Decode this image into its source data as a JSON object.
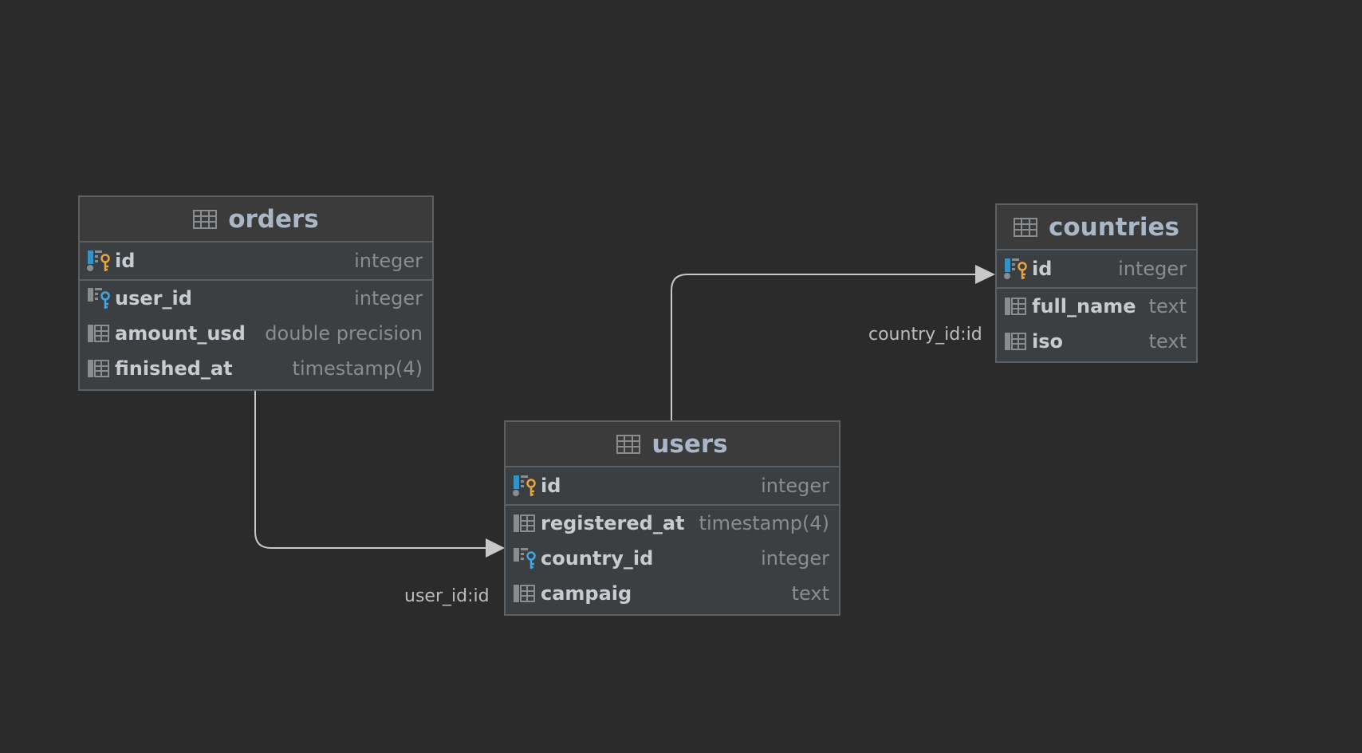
{
  "tables": {
    "orders": {
      "name": "orders",
      "columns": [
        {
          "name": "id",
          "type": "integer",
          "icon": "primary-key-column-icon"
        },
        {
          "name": "user_id",
          "type": "integer",
          "icon": "foreign-key-column-icon"
        },
        {
          "name": "amount_usd",
          "type": "double precision",
          "icon": "column-icon"
        },
        {
          "name": "finished_at",
          "type": "timestamp(4)",
          "icon": "column-icon"
        }
      ]
    },
    "users": {
      "name": "users",
      "columns": [
        {
          "name": "id",
          "type": "integer",
          "icon": "primary-key-column-icon"
        },
        {
          "name": "registered_at",
          "type": "timestamp(4)",
          "icon": "column-icon"
        },
        {
          "name": "country_id",
          "type": "integer",
          "icon": "foreign-key-column-icon"
        },
        {
          "name": "campaig",
          "type": "text",
          "icon": "column-icon"
        }
      ]
    },
    "countries": {
      "name": "countries",
      "columns": [
        {
          "name": "id",
          "type": "integer",
          "icon": "primary-key-column-icon"
        },
        {
          "name": "full_name",
          "type": "text",
          "icon": "column-icon"
        },
        {
          "name": "iso",
          "type": "text",
          "icon": "column-icon"
        }
      ]
    }
  },
  "relations": [
    {
      "from": "orders.user_id",
      "to": "users.id",
      "label": "user_id:id"
    },
    {
      "from": "users.country_id",
      "to": "countries.id",
      "label": "country_id:id"
    }
  ],
  "colors": {
    "background": "#2b2b2b",
    "table_fill": "#3c3f41",
    "table_border": "#5d6063",
    "connector": "#c8c8c8",
    "primary_key": "#e8a33d",
    "foreign_key": "#3fa9dd",
    "column_icon": "#8a8d90"
  }
}
